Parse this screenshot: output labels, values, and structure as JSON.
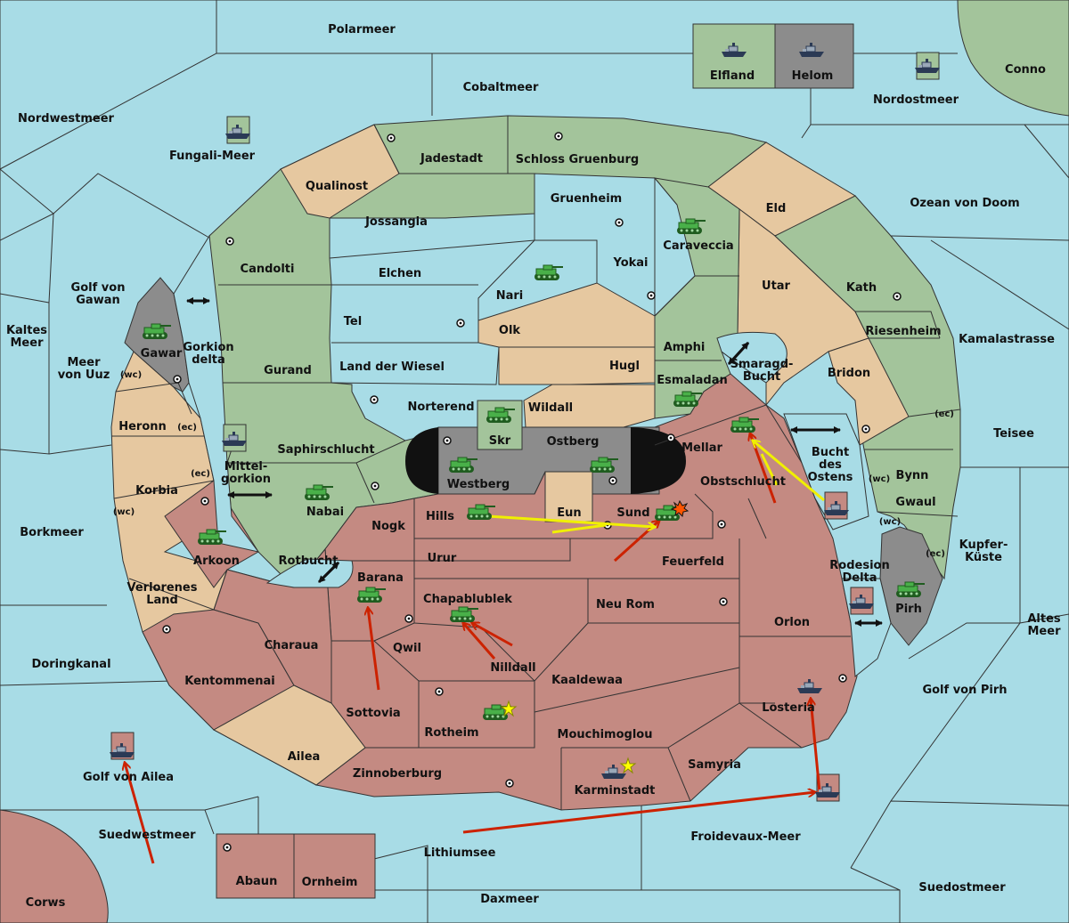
{
  "colors": {
    "sea": "#a8dce6",
    "green_power": "#a3c49b",
    "neutral_land": "#e6c8a0",
    "red_power": "#c48a82",
    "impassable": "#8c8c8c",
    "order_move_red": "#cc2200",
    "order_support_yellow": "#f0f000",
    "convoy_arrow": "#111111"
  },
  "seas": {
    "polarmeer": "Polarmeer",
    "cobaltmeer": "Cobaltmeer",
    "nordwestmeer": "Nordwestmeer",
    "fungali": "Fungali-Meer",
    "nordostmeer": "Nordostmeer",
    "conno": "Conno",
    "ozean": "Ozean von Doom",
    "golf_gawan": "Golf von\nGawan",
    "kaltes": "Kaltes\nMeer",
    "meer_uuz": "Meer\nvon Uuz",
    "kamalastrasse": "Kamalastrasse",
    "teisee": "Teisee",
    "borkmeer": "Borkmeer",
    "kupfer": "Kupfer-\nKüste",
    "altes": "Altes\nMeer",
    "doringkanal": "Doringkanal",
    "golf_pirh": "Golf von Pirh",
    "golf_ailea": "Golf von Ailea",
    "suedwestmeer": "Suedwestmeer",
    "froidevaux": "Froidevaux-Meer",
    "lithiumsee": "Lithiumsee",
    "daxmeer": "Daxmeer",
    "suedostmeer": "Suedostmeer",
    "corws": "Corws",
    "gorkion_delta": "Gorkion\ndelta",
    "mittelgorkion": "Mittel-\ngorkion",
    "rotbucht": "Rotbucht",
    "smaragd": "Smaragd-\nBucht",
    "bucht_ostens": "Bucht\ndes\nOstens",
    "rodesion": "Rodesion\nDelta"
  },
  "lands": {
    "elfland": "Elfland",
    "helom": "Helom",
    "jadestadt": "Jadestadt",
    "schloss": "Schloss Gruenburg",
    "qualinost": "Qualinost",
    "jossangia": "Jossangia",
    "gruenheim": "Gruenheim",
    "caraveccia": "Caraveccia",
    "eld": "Eld",
    "candolti": "Candolti",
    "elchen": "Elchen",
    "yokai": "Yokai",
    "nari": "Nari",
    "utar": "Utar",
    "kath": "Kath",
    "tel": "Tel",
    "olk": "Olk",
    "riesenheim": "Riesenheim",
    "gawar": "Gawar",
    "gurand": "Gurand",
    "land_wiesel": "Land der Wiesel",
    "hugl": "Hugl",
    "amphi": "Amphi",
    "bridon": "Bridon",
    "esmaladan": "Esmaladan",
    "heronn": "Heronn",
    "norterend": "Norterend",
    "wildall": "Wildall",
    "skr": "Skr",
    "ostberg": "Ostberg",
    "mellar": "Mellar",
    "saphirschlucht": "Saphirschlucht",
    "westberg": "Westberg",
    "korbia": "Korbia",
    "bynn": "Bynn",
    "obstschlucht": "Obstschlucht",
    "gwaul": "Gwaul",
    "nabai": "Nabai",
    "hills": "Hills",
    "eun": "Eun",
    "sund": "Sund",
    "nogk": "Nogk",
    "arkoon": "Arkoon",
    "urur": "Urur",
    "feuerfeld": "Feuerfeld",
    "verlorenes": "Verlorenes\nLand",
    "barana": "Barana",
    "chapablublek": "Chapablublek",
    "neu_rom": "Neu Rom",
    "pirh": "Pirh",
    "orlon": "Orlon",
    "charaua": "Charaua",
    "qwil": "Qwil",
    "nilldall": "Nilldall",
    "kaaldewaa": "Kaaldewaa",
    "kentommenai": "Kentommenai",
    "sottovia": "Sottovia",
    "losteria": "Losteria",
    "rotheim": "Rotheim",
    "mouchimoglou": "Mouchimoglou",
    "ailea": "Ailea",
    "samyria": "Samyria",
    "zinnoberburg": "Zinnoberburg",
    "karminstadt": "Karminstadt",
    "abaun": "Abaun",
    "ornheim": "Ornheim"
  },
  "coasts": {
    "wc": "(wc)",
    "ec": "(ec)"
  },
  "units": {
    "army_icon": "tank-icon",
    "fleet_icon": "ship-icon",
    "star_icon": "star-icon",
    "burst_icon": "explosion-icon"
  }
}
